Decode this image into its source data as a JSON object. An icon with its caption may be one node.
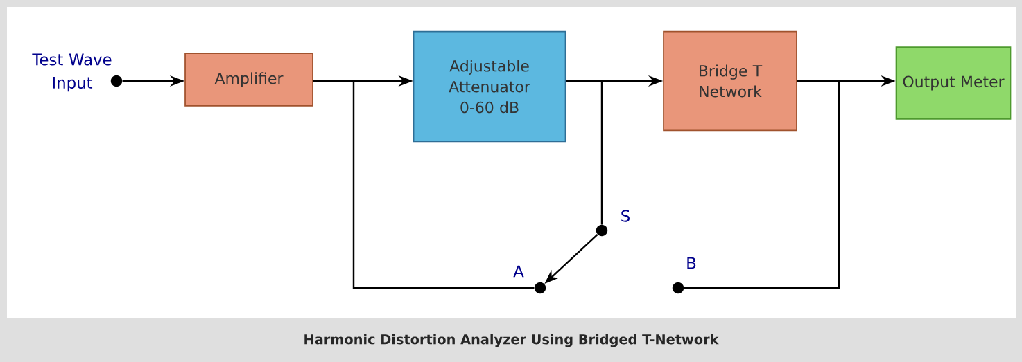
{
  "diagram": {
    "caption": "Harmonic Distortion Analyzer Using Bridged T-Network",
    "nodes": [
      {
        "text": [],
        "shape": "circle",
        "beside": [
          "Test Wave Input"
        ]
      },
      {
        "text": [
          "Amplifier"
        ]
      },
      {
        "text": [
          "Adjustable Attenuator 0-60 dB"
        ]
      },
      {
        "text": [
          "Bridge T Network"
        ]
      },
      {
        "text": [
          "Output Meter"
        ]
      },
      {
        "text": [],
        "shape": "circle",
        "beside": [
          "S"
        ]
      },
      {
        "text": [],
        "shape": "circle",
        "beside": [
          "A"
        ]
      },
      {
        "text": [],
        "shape": "circle",
        "beside": [
          "B"
        ]
      }
    ],
    "edges": [
      {
        "from": 0,
        "to": 1,
        "arrow": "to"
      },
      {
        "from": 1,
        "to": 2,
        "arrow": "to"
      },
      {
        "from": 2,
        "to": 3,
        "arrow": "to"
      },
      {
        "from": 3,
        "to": 4,
        "arrow": "to"
      },
      {
        "from": 1,
        "to": 6,
        "arrow": "none"
      },
      {
        "from": 2,
        "to": 5,
        "arrow": "none"
      },
      {
        "from": 5,
        "to": 6,
        "arrow": "to"
      },
      {
        "from": 3,
        "to": 7,
        "arrow": "none"
      }
    ]
  }
}
